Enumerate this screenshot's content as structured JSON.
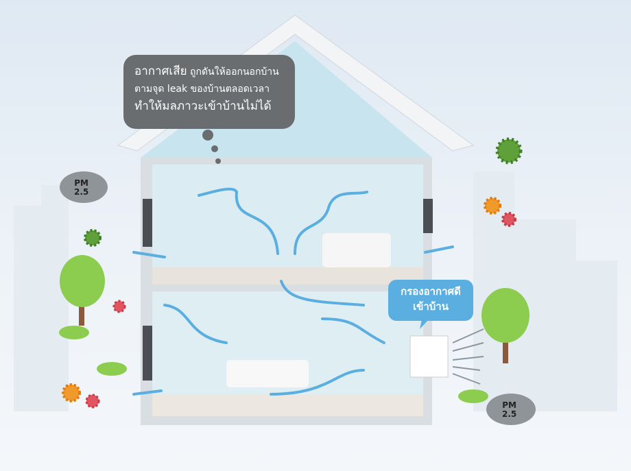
{
  "callout_bad_air": {
    "line1_emphasis": "อากาศเสีย",
    "line1_rest": " ถูกดันให้ออกนอกบ้าน",
    "line2": "ตามจุด leak ของบ้านตลอดเวลา",
    "line3": "ทำให้มลภาวะเข้าบ้านไม่ได้"
  },
  "callout_filter": {
    "line1": "กรองอากาศดี",
    "line2": "เข้าบ้าน"
  },
  "pm_left": {
    "line1": "PM",
    "line2": "2.5"
  },
  "pm_right": {
    "line1": "PM",
    "line2": "2.5"
  },
  "colors": {
    "bubble": "#6a6d6f",
    "filter_bubble": "#5aaee0",
    "airflow": "#5aaee0",
    "wall": "#d8dde2"
  }
}
